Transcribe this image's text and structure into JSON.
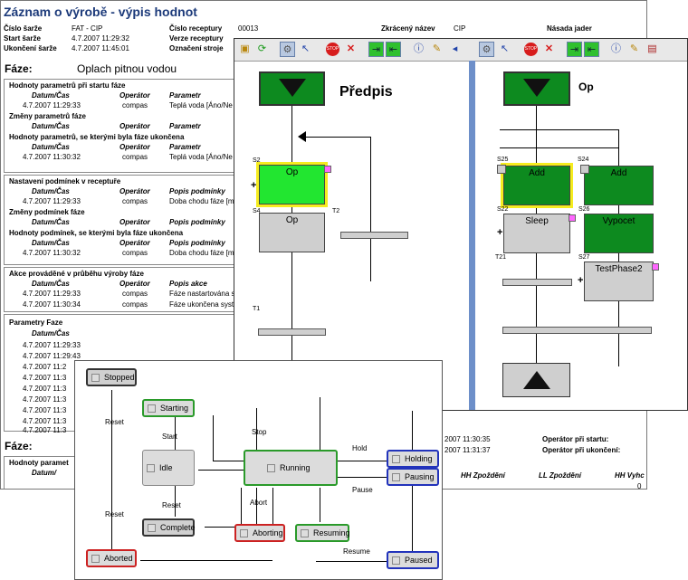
{
  "report": {
    "title": "Záznam o výrobě - výpis hodnot",
    "header": {
      "row1": {
        "l1": "Číslo šarže",
        "v1": "FAT - CIP",
        "l2": "Číslo receptury",
        "v2": "00013",
        "l3": "Zkrácený název",
        "v3": "CIP",
        "l4": "Násada jader"
      },
      "row2": {
        "l1": "Start šarže",
        "v1": "4.7.2007 11:29:32",
        "l2": "Verze receptury"
      },
      "row3": {
        "l1": "Ukončení šarže",
        "v1": "4.7.2007 11:45:01",
        "l2": "Označení stroje"
      }
    },
    "phase_label": "Fáze:",
    "phase_name": "Oplach pitnou vodou",
    "s1": {
      "h1": "Hodnoty parametrů při startu fáze",
      "c1": "Datum/Čas",
      "c2": "Operátor",
      "c3": "Parametr",
      "r1": {
        "d": "4.7.2007 11:29:33",
        "o": "compas",
        "p": "Teplá voda [Áno/Ne"
      },
      "h2": "Změny parametrů fáze",
      "h3": "Hodnoty parametrů, se kterými byla fáze ukončena",
      "r2": {
        "d": "4.7.2007 11:30:32",
        "o": "compas",
        "p": "Teplá voda [Áno/Ne"
      }
    },
    "s2": {
      "h1": "Nastavení podmínek v receptuře",
      "c3": "Popis podmínky",
      "r1": {
        "d": "4.7.2007 11:29:33",
        "o": "compas",
        "p": "Doba chodu fáze [m"
      },
      "h2": "Změny podmínek fáze",
      "h3": "Hodnoty podmínek, se kterými byla fáze ukončena",
      "r2": {
        "d": "4.7.2007 11:30:32",
        "o": "compas",
        "p": "Doba chodu fáze [m"
      }
    },
    "s3": {
      "h1": "Akce prováděné v průběhu výroby fáze",
      "c3": "Popis akce",
      "r1": {
        "d": "4.7.2007 11:29:33",
        "o": "compas",
        "p": "Fáze nastartována s"
      },
      "r2": {
        "d": "4.7.2007 11:30:34",
        "o": "compas",
        "p": "Fáze ukončena syst"
      }
    },
    "s4": {
      "h1": "Parametry Faze",
      "c1": "Datum/Čas",
      "rows": [
        "4.7.2007 11:29:33",
        "4.7.2007 11:29:43",
        "4.7.2007 11:2",
        "4.7.2007 11:3",
        "4.7.2007 11:3",
        "4.7.2007 11:3",
        "4.7.2007 11:3",
        "4.7.2007 11:3",
        "4.7.2007 11:3"
      ]
    },
    "right": {
      "t1": "2007 11:30:35",
      "l1": "Operátor při startu:",
      "t2": "2007 11:31:37",
      "l2": "Operátor při ukončení:",
      "c1": "HH Zpoždění",
      "c2": "LL Zpoždění",
      "c3": "HH Vyhc",
      "zero": "0"
    },
    "phase2_label": "Fáze:",
    "s5": {
      "h1": "Hodnoty paramet",
      "c1": "Datum/"
    }
  },
  "sfc": {
    "left_title": "Předpis",
    "right_title": "Op",
    "steps": {
      "op_active": "Op",
      "op": "Op",
      "add1": "Add",
      "add2": "Add",
      "sleep": "Sleep",
      "vypocet": "Vypocet",
      "testphase": "TestPhase2"
    },
    "labels": {
      "s2": "S2",
      "s4": "S4",
      "t2": "T2",
      "t1": "T1",
      "s25": "S25",
      "s24": "S24",
      "s22": "S22",
      "s26": "S26",
      "t21": "T21",
      "s27": "S27"
    },
    "toolbar_icons": [
      "folder-up-icon",
      "refresh-icon",
      "gear-icon",
      "pointer-tool-icon",
      "stop-icon",
      "cancel-icon",
      "step-forward-icon",
      "step-back-icon",
      "info-icon",
      "trend-icon",
      "book-icon"
    ],
    "stop_text": "STOP"
  },
  "state_machine": {
    "states": {
      "stopped": "Stopped",
      "starting": "Starting",
      "idle": "Idle",
      "complete": "Complete",
      "aborted": "Aborted",
      "running": "Running",
      "aborting": "Aborting",
      "resuming": "Resuming",
      "holding": "Holding",
      "pausing": "Pausing",
      "paused": "Paused"
    },
    "transitions": {
      "reset1": "Reset",
      "start": "Start",
      "reset2": "Reset",
      "reset3": "Reset",
      "stop": "Stop",
      "abort": "Abort",
      "hold": "Hold",
      "pause": "Pause",
      "resume": "Resume"
    }
  },
  "colors": {
    "title_blue": "#1c3a7a",
    "step_dark_green": "#0d8a1f",
    "step_light_green": "#22e630",
    "highlight": "#f5ec1f",
    "splitter": "#6d8fc9"
  }
}
